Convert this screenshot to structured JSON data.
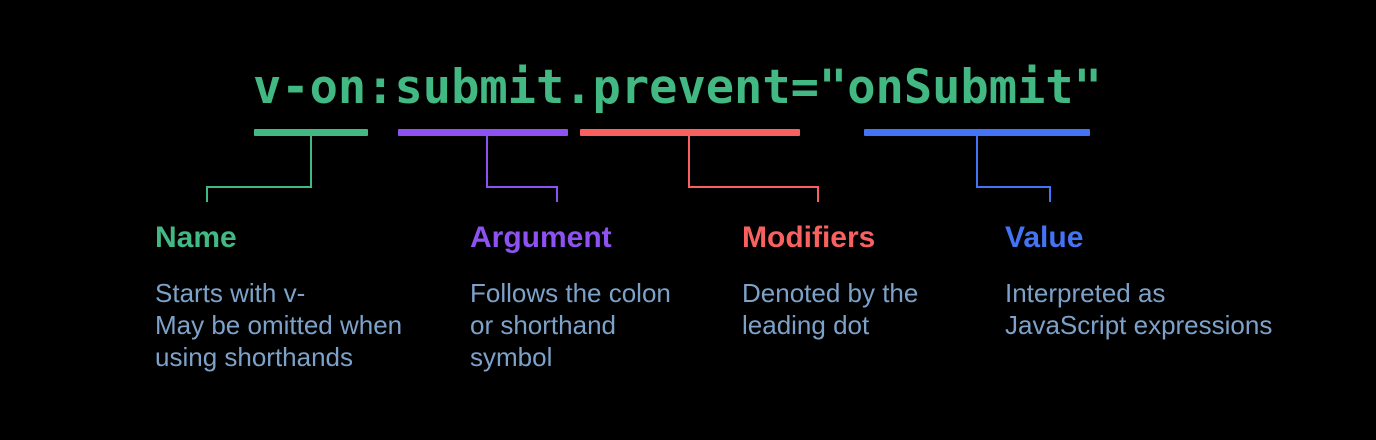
{
  "diagram": {
    "title": "vue-directive-syntax-diagram",
    "code": "v-on:submit.prevent=\"onSubmit\"",
    "code_color": "#42b883",
    "background_color": "#000000",
    "description_color": "#7da2c9"
  },
  "segments": {
    "name": {
      "label": "Name",
      "color": "#42b883",
      "lines": [
        "Starts with v-",
        "May be omitted when",
        "using shorthands"
      ]
    },
    "argument": {
      "label": "Argument",
      "color": "#8e51f2",
      "lines": [
        "Follows the colon",
        "or shorthand",
        "symbol"
      ]
    },
    "modifiers": {
      "label": "Modifiers",
      "color": "#f96060",
      "lines": [
        "Denoted by the",
        "leading dot"
      ]
    },
    "value": {
      "label": "Value",
      "color": "#4374f6",
      "lines": [
        "Interpreted as",
        "JavaScript expressions"
      ]
    }
  }
}
